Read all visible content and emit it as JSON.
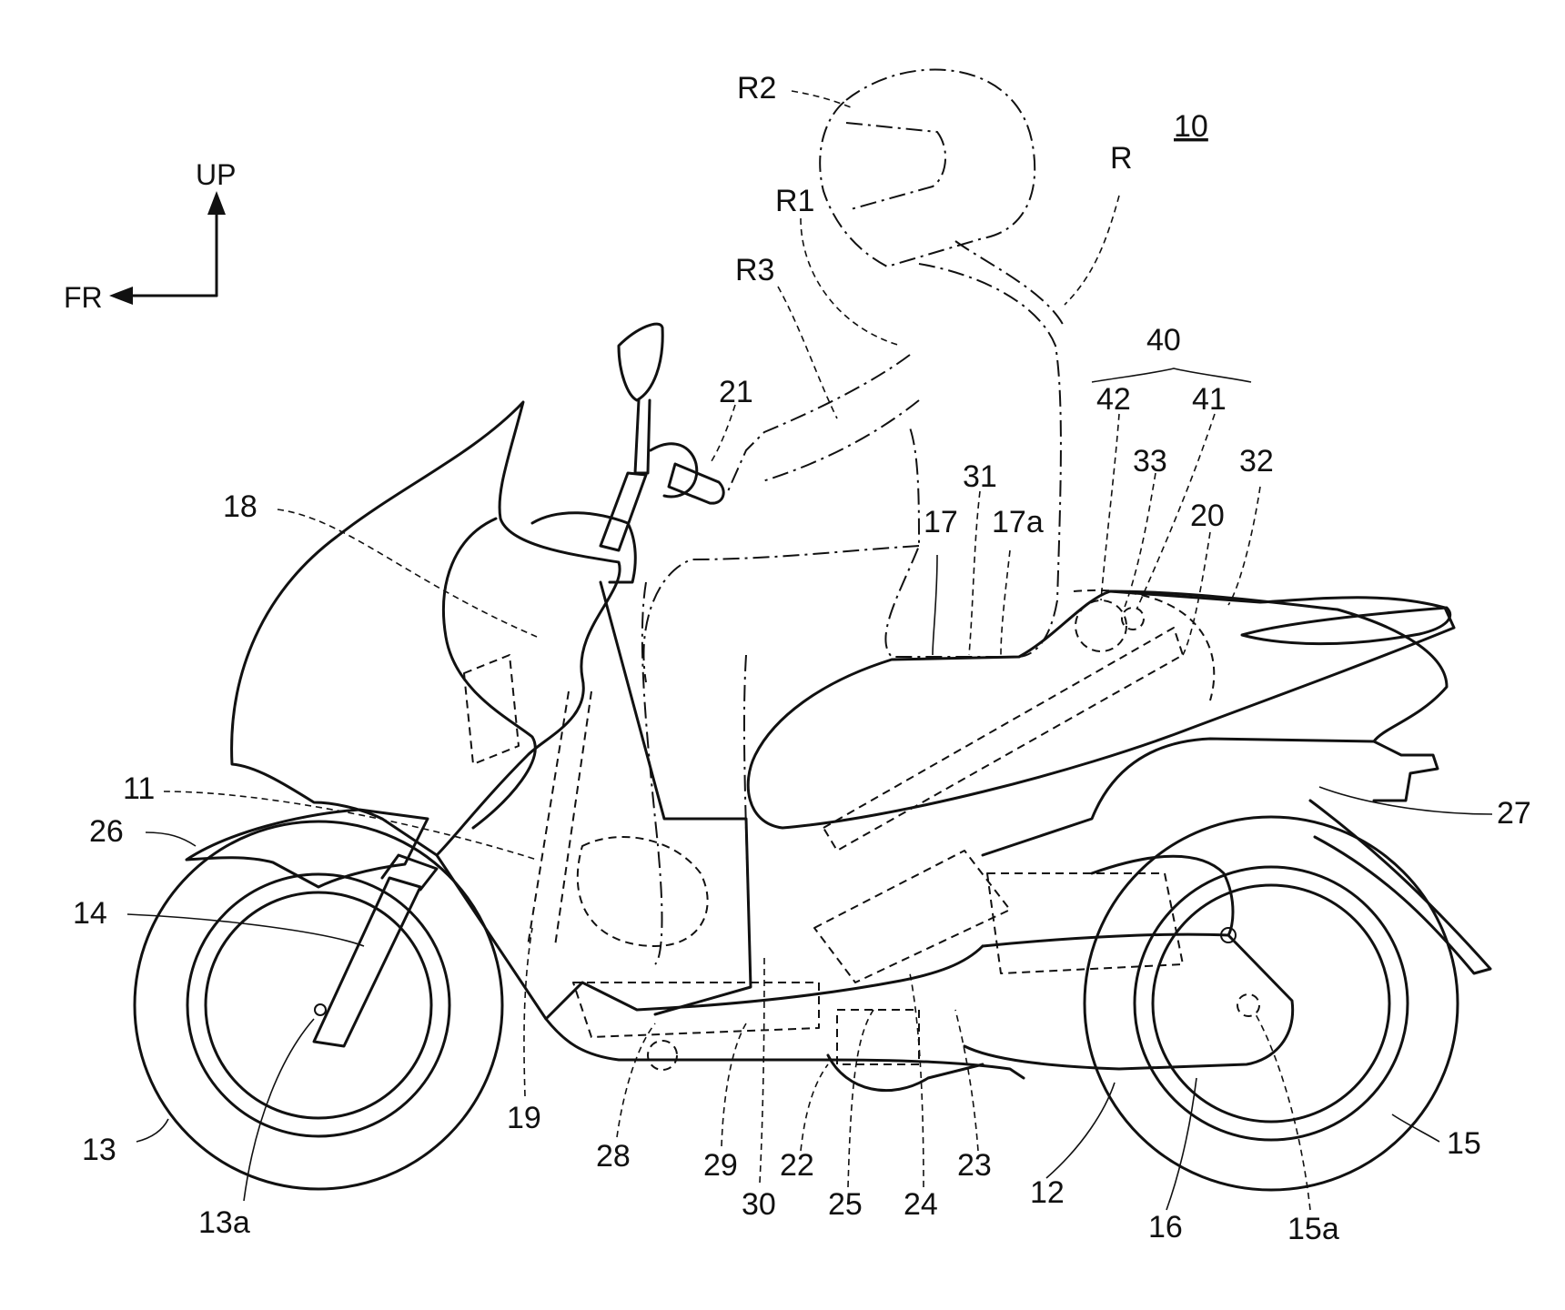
{
  "figure": {
    "axes": {
      "up": "UP",
      "front": "FR"
    },
    "ref_labels": [
      {
        "id": "10",
        "text": "10"
      },
      {
        "id": "R",
        "text": "R"
      },
      {
        "id": "R1",
        "text": "R1"
      },
      {
        "id": "R2",
        "text": "R2"
      },
      {
        "id": "R3",
        "text": "R3"
      },
      {
        "id": "40",
        "text": "40"
      },
      {
        "id": "41",
        "text": "41"
      },
      {
        "id": "42",
        "text": "42"
      },
      {
        "id": "33",
        "text": "33"
      },
      {
        "id": "32",
        "text": "32"
      },
      {
        "id": "31",
        "text": "31"
      },
      {
        "id": "21",
        "text": "21"
      },
      {
        "id": "20",
        "text": "20"
      },
      {
        "id": "18",
        "text": "18"
      },
      {
        "id": "17",
        "text": "17"
      },
      {
        "id": "17a",
        "text": "17a"
      },
      {
        "id": "11",
        "text": "11"
      },
      {
        "id": "26",
        "text": "26"
      },
      {
        "id": "27",
        "text": "27"
      },
      {
        "id": "14",
        "text": "14"
      },
      {
        "id": "13",
        "text": "13"
      },
      {
        "id": "13a",
        "text": "13a"
      },
      {
        "id": "19",
        "text": "19"
      },
      {
        "id": "28",
        "text": "28"
      },
      {
        "id": "29",
        "text": "29"
      },
      {
        "id": "30",
        "text": "30"
      },
      {
        "id": "22",
        "text": "22"
      },
      {
        "id": "25",
        "text": "25"
      },
      {
        "id": "24",
        "text": "24"
      },
      {
        "id": "23",
        "text": "23"
      },
      {
        "id": "12",
        "text": "12"
      },
      {
        "id": "16",
        "text": "16"
      },
      {
        "id": "15a",
        "text": "15a"
      },
      {
        "id": "15",
        "text": "15"
      }
    ]
  }
}
